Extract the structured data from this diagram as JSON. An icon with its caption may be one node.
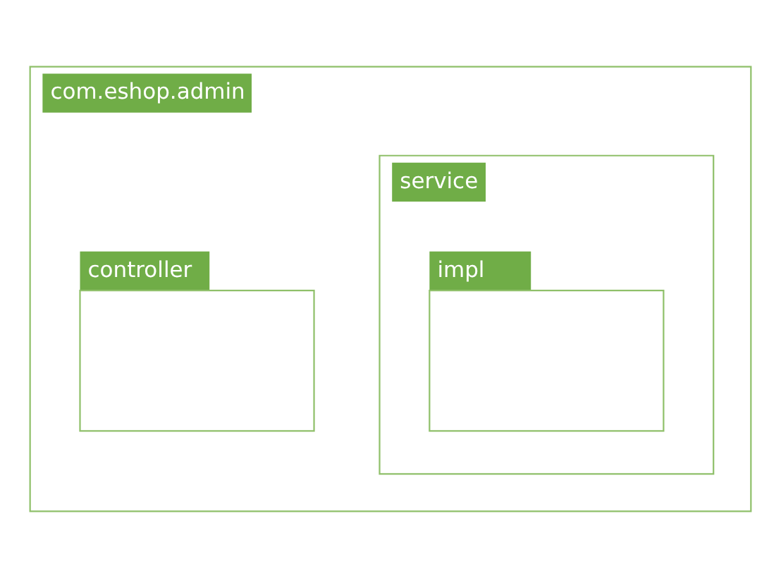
{
  "diagram": {
    "nodes": [
      {
        "text": [
          "com.eshop.admin"
        ]
      },
      {
        "text": [
          "controller"
        ],
        "in": 0
      },
      {
        "text": [
          "service"
        ],
        "in": 0
      },
      {
        "text": [
          "impl"
        ],
        "in": 2
      }
    ]
  }
}
